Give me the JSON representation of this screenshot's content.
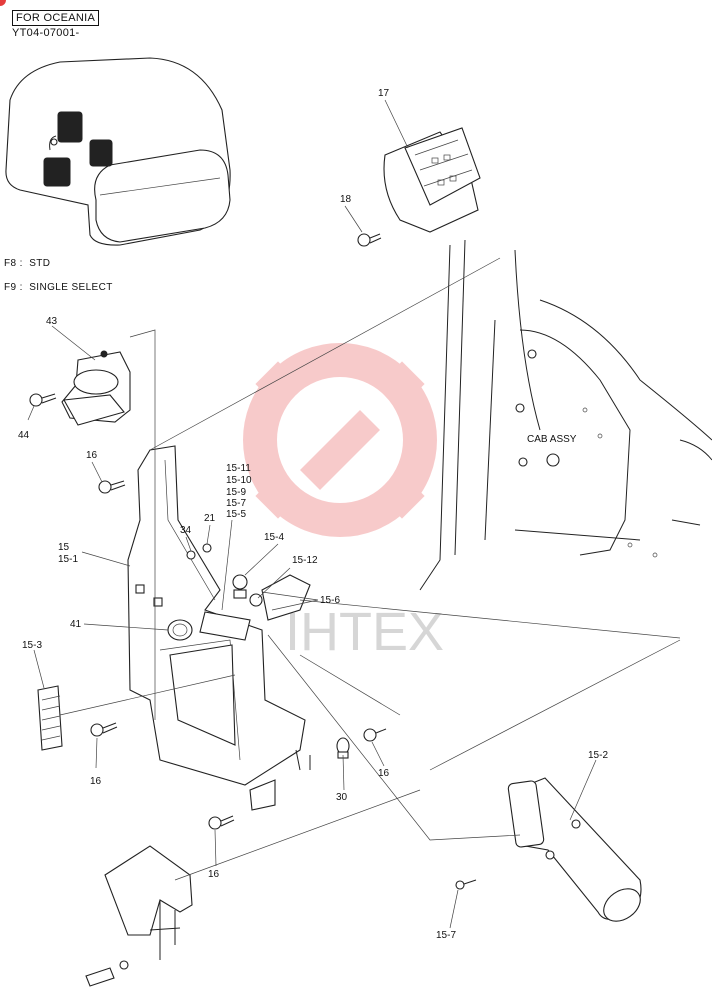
{
  "header": {
    "region": "FOR OCEANIA",
    "serial_range": "YT04-07001-"
  },
  "legend": [
    {
      "code": "F8",
      "text": "STD"
    },
    {
      "code": "F9",
      "text": "SINGLE SELECT"
    }
  ],
  "assembly_label": "CAB ASSY",
  "watermark_text": "IHTEX",
  "colors": {
    "watermark": "#f2a0a0",
    "line": "#222222",
    "corner_mark": "#e53c3c"
  },
  "callouts": {
    "p17": "17",
    "p18": "18",
    "p43": "43",
    "p44": "44",
    "p16a": "16",
    "p16b": "16",
    "p16c": "16",
    "p16d": "16",
    "p15_11": "15-11",
    "p15_10": "15-10",
    "p15_9": "15-9",
    "p15_7a": "15-7",
    "p15_5": "15-5",
    "p34": "34",
    "p21": "21",
    "p15_4": "15-4",
    "p15_12": "15-12",
    "p15_6": "15-6",
    "p15": "15",
    "p15_1": "15-1",
    "p41": "41",
    "p15_3": "15-3",
    "p30": "30",
    "p15_2": "15-2",
    "p15_7b": "15-7"
  }
}
